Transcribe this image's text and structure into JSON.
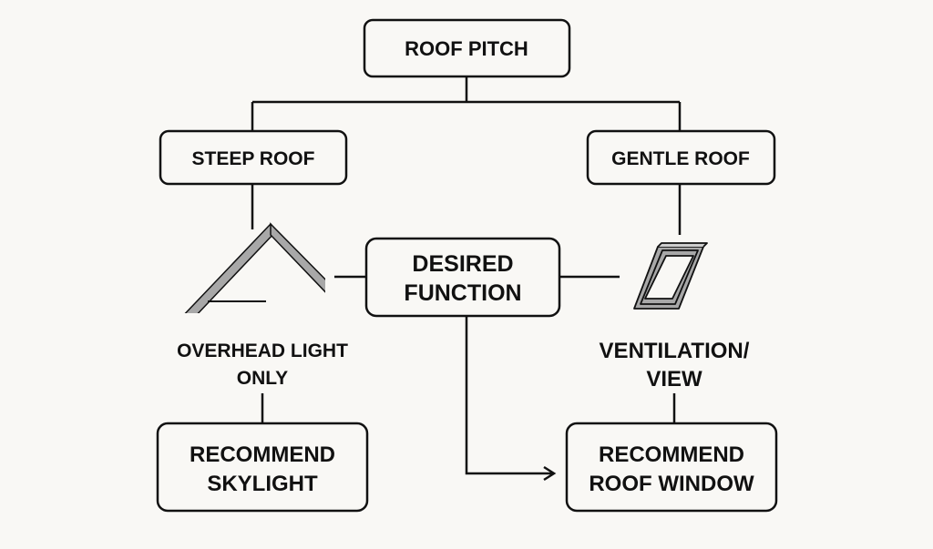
{
  "nodes": {
    "roof_pitch": "ROOF PITCH",
    "steep_roof": "STEEP ROOF",
    "gentle_roof": "GENTLE ROOF",
    "desired_function": [
      "DESIRED",
      "FUNCTION"
    ],
    "overhead_light": [
      "OVERHEAD LIGHT",
      "ONLY"
    ],
    "ventilation_view": [
      "VENTILATION/",
      "VIEW"
    ],
    "recommend_skylight": [
      "RECOMMEND",
      "SKYLIGHT"
    ],
    "recommend_roof_window": [
      "RECOMMEND",
      "ROOF WINDOW"
    ]
  },
  "icons": [
    "pitched-roof-icon",
    "roof-window-icon"
  ],
  "colors": {
    "background": "#f9f8f5",
    "stroke": "#111111",
    "icon_fill": "#a8a8a8"
  }
}
